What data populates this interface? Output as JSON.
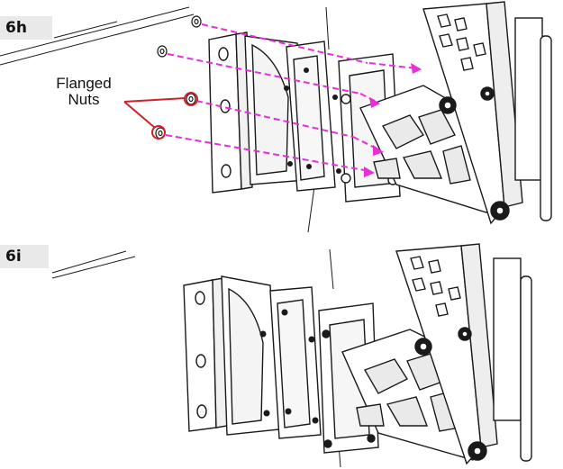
{
  "steps": {
    "top": {
      "label": "6h"
    },
    "bottom": {
      "label": "6i"
    }
  },
  "callout": {
    "line1": "Flanged",
    "line2": "Nuts"
  },
  "colors": {
    "arrow": "#e52fd8",
    "callout_line": "#d0202a",
    "ink": "#1a1a1a",
    "tab_bg": "#e9e9e9"
  }
}
